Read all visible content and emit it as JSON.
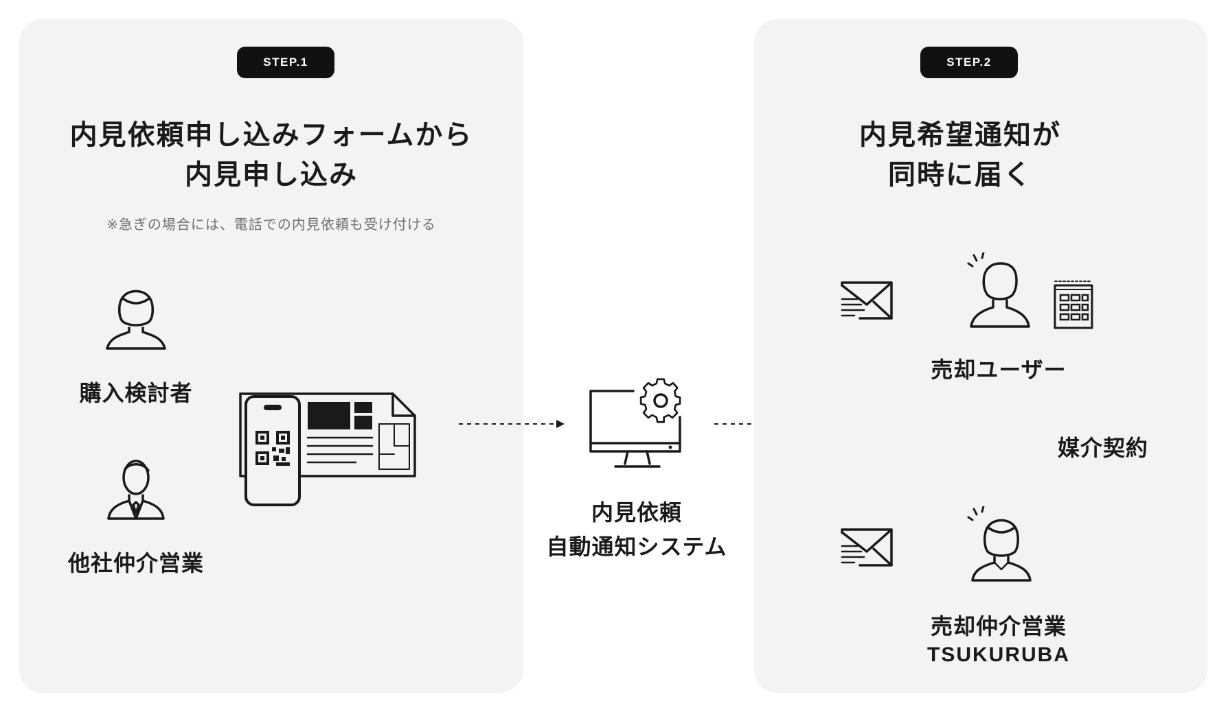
{
  "step1": {
    "badge": "STEP.1",
    "title_line1": "内見依頼申し込みフォームから",
    "title_line2": "内見申し込み",
    "note": "※急ぎの場合には、電話での内見依頼も受け付ける",
    "actors": [
      {
        "label": "購入検討者",
        "icon": "woman-user-icon"
      },
      {
        "label": "他社仲介営業",
        "icon": "businessman-icon"
      }
    ],
    "form_icon": "qr-form-flyer-icon"
  },
  "system": {
    "label_line1": "内見依頼",
    "label_line2": "自動通知システム",
    "icon": "computer-gear-icon"
  },
  "step2": {
    "badge": "STEP.2",
    "title_line1": "内見希望通知が",
    "title_line2": "同時に届く",
    "recipients": [
      {
        "label": "売却ユーザー",
        "icon": "user-with-building-icon"
      },
      {
        "label": "売却仲介営業",
        "sublabel": "TSUKURUBA",
        "icon": "woman-agent-icon"
      }
    ],
    "relation_label": "媒介契約",
    "message_icon": "envelope-icon"
  }
}
